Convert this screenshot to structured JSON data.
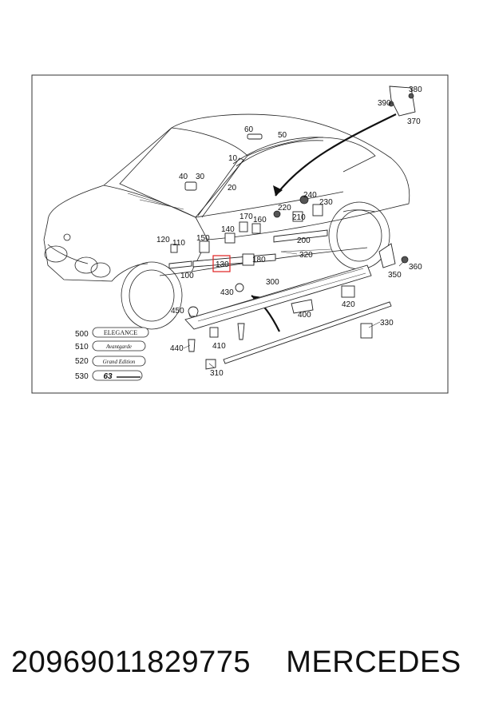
{
  "labels": {
    "l10": "10",
    "l20": "20",
    "l30": "30",
    "l40": "40",
    "l50": "50",
    "l60": "60",
    "l100": "100",
    "l110": "110",
    "l120": "120",
    "l130": "130",
    "l140": "140",
    "l150": "150",
    "l160": "160",
    "l170": "170",
    "l180": "180",
    "l200": "200",
    "l210": "210",
    "l220": "220",
    "l230": "230",
    "l240": "240",
    "l300": "300",
    "l310": "310",
    "l320": "320",
    "l330": "330",
    "l350": "350",
    "l360": "360",
    "l370": "370",
    "l380": "380",
    "l390": "390",
    "l400": "400",
    "l410": "410",
    "l420": "420",
    "l430": "430",
    "l440": "440",
    "l450": "450",
    "l500": "500",
    "l510": "510",
    "l520": "520",
    "l530": "530"
  },
  "badges": {
    "b500": "ELEGANCE",
    "b510": "Avantgarde",
    "b520": "Grand Edition",
    "b530": "63"
  },
  "footer": {
    "part_number": "20969011829775",
    "brand": "MERCEDES"
  },
  "highlight_color": "#e02020"
}
